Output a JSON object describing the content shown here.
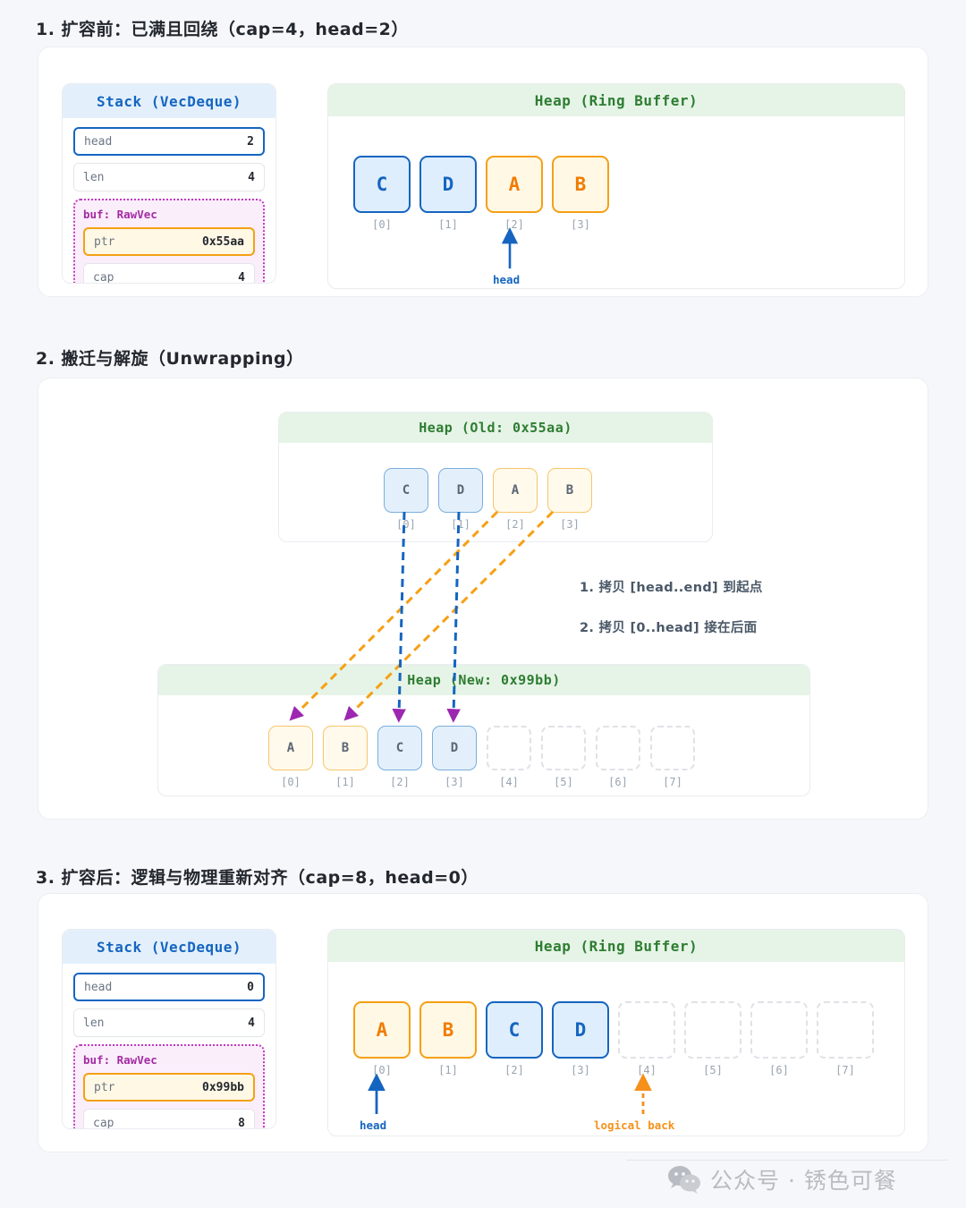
{
  "sections": [
    {
      "title": "1. 扩容前：已满且回绕（cap=4，head=2）",
      "stack": {
        "header": "Stack (VecDeque)",
        "head_label": "head",
        "head_value": "2",
        "len_label": "len",
        "len_value": "4",
        "rawvec_label": "buf: RawVec",
        "ptr_label": "ptr",
        "ptr_value": "0x55aa",
        "cap_label": "cap",
        "cap_value": "4"
      },
      "heap": {
        "header": "Heap (Ring Buffer)",
        "cells": [
          {
            "label": "C",
            "kind": "blue",
            "index": "[0]"
          },
          {
            "label": "D",
            "kind": "blue",
            "index": "[1]"
          },
          {
            "label": "A",
            "kind": "orange",
            "index": "[2]"
          },
          {
            "label": "B",
            "kind": "orange",
            "index": "[3]"
          }
        ],
        "head_marker": "head"
      }
    },
    {
      "title": "2. 搬迁与解旋（Unwrapping）",
      "old_heap": {
        "header": "Heap (Old: 0x55aa)",
        "cells": [
          {
            "label": "C",
            "kind": "blue-soft",
            "index": "[0]"
          },
          {
            "label": "D",
            "kind": "blue-soft",
            "index": "[1]"
          },
          {
            "label": "A",
            "kind": "orange-soft",
            "index": "[2]"
          },
          {
            "label": "B",
            "kind": "orange-soft",
            "index": "[3]"
          }
        ]
      },
      "steps": [
        "1. 拷贝 [head..end] 到起点",
        "2. 拷贝 [0..head] 接在后面"
      ],
      "new_heap": {
        "header": "Heap (New: 0x99bb)",
        "cells": [
          {
            "label": "A",
            "kind": "orange-soft",
            "index": "[0]"
          },
          {
            "label": "B",
            "kind": "orange-soft",
            "index": "[1]"
          },
          {
            "label": "C",
            "kind": "blue-soft",
            "index": "[2]"
          },
          {
            "label": "D",
            "kind": "blue-soft",
            "index": "[3]"
          },
          {
            "label": "",
            "kind": "empty",
            "index": "[4]"
          },
          {
            "label": "",
            "kind": "empty",
            "index": "[5]"
          },
          {
            "label": "",
            "kind": "empty",
            "index": "[6]"
          },
          {
            "label": "",
            "kind": "empty",
            "index": "[7]"
          }
        ]
      }
    },
    {
      "title": "3. 扩容后：逻辑与物理重新对齐（cap=8，head=0）",
      "stack": {
        "header": "Stack (VecDeque)",
        "head_label": "head",
        "head_value": "0",
        "len_label": "len",
        "len_value": "4",
        "rawvec_label": "buf: RawVec",
        "ptr_label": "ptr",
        "ptr_value": "0x99bb",
        "cap_label": "cap",
        "cap_value": "8"
      },
      "heap": {
        "header": "Heap (Ring Buffer)",
        "cells": [
          {
            "label": "A",
            "kind": "orange",
            "index": "[0]"
          },
          {
            "label": "B",
            "kind": "orange",
            "index": "[1]"
          },
          {
            "label": "C",
            "kind": "blue",
            "index": "[2]"
          },
          {
            "label": "D",
            "kind": "blue",
            "index": "[3]"
          },
          {
            "label": "",
            "kind": "empty",
            "index": "[4]"
          },
          {
            "label": "",
            "kind": "empty",
            "index": "[5]"
          },
          {
            "label": "",
            "kind": "empty",
            "index": "[6]"
          },
          {
            "label": "",
            "kind": "empty",
            "index": "[7]"
          }
        ],
        "head_marker": "head",
        "back_marker": "logical back"
      }
    }
  ],
  "footer": {
    "text": "公众号 · 锈色可餐",
    "icon": "wechat-icon"
  },
  "colors": {
    "blue": "#1565c0",
    "orange": "#f5a015",
    "green": "#2e7d32",
    "purple": "#9c27b0",
    "magenta": "#c03bc0",
    "page_bg": "#f5f7fa"
  }
}
